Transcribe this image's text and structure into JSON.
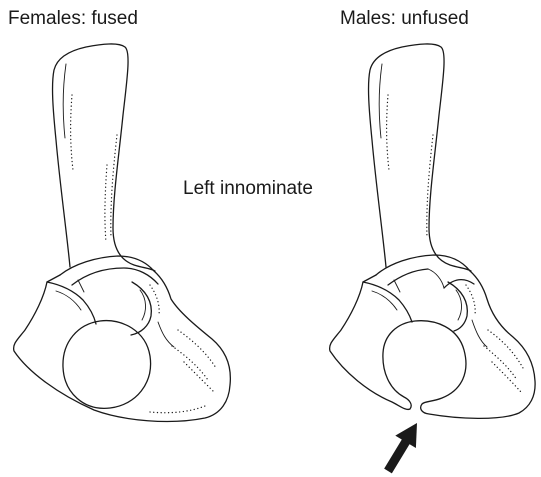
{
  "panels": {
    "female": {
      "title": "Females: fused"
    },
    "male": {
      "title": "Males: unfused"
    }
  },
  "center_label": "Left innominate",
  "pointer": {
    "icon": "arrow-icon"
  },
  "colors": {
    "ink": "#1a1a1a",
    "background": "#ffffff"
  }
}
